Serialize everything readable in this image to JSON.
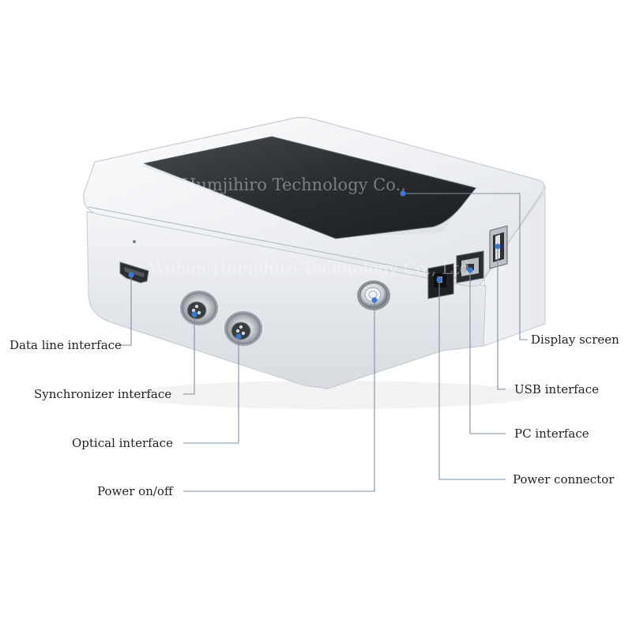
{
  "colors": {
    "leader_line": "#7f8fa6",
    "dot": "#3a78d8",
    "case_metal": "#e3e6ea",
    "screen": "#2b2e31",
    "label_text": "#222222"
  },
  "watermark": {
    "line1": "Humjihiro Technology Co.,",
    "line2": "Wuhan Humjihiro Technology Co., Ltd"
  },
  "callouts_left": [
    {
      "id": "data-line",
      "label": "Data line interface",
      "icon": "hdmi-port"
    },
    {
      "id": "synchronizer",
      "label": "Synchronizer interface",
      "icon": "circular-connector"
    },
    {
      "id": "optical",
      "label": "Optical interface",
      "icon": "circular-connector"
    },
    {
      "id": "power-onoff",
      "label": "Power on/off",
      "icon": "push-button-switch"
    }
  ],
  "callouts_right": [
    {
      "id": "display-screen",
      "label": "Display screen",
      "icon": "lcd-screen"
    },
    {
      "id": "usb",
      "label": "USB interface",
      "icon": "usb-a-port"
    },
    {
      "id": "pc",
      "label": "PC interface",
      "icon": "usb-b-port"
    },
    {
      "id": "power-connector",
      "label": "Power connector",
      "icon": "dc-power-jack"
    }
  ]
}
